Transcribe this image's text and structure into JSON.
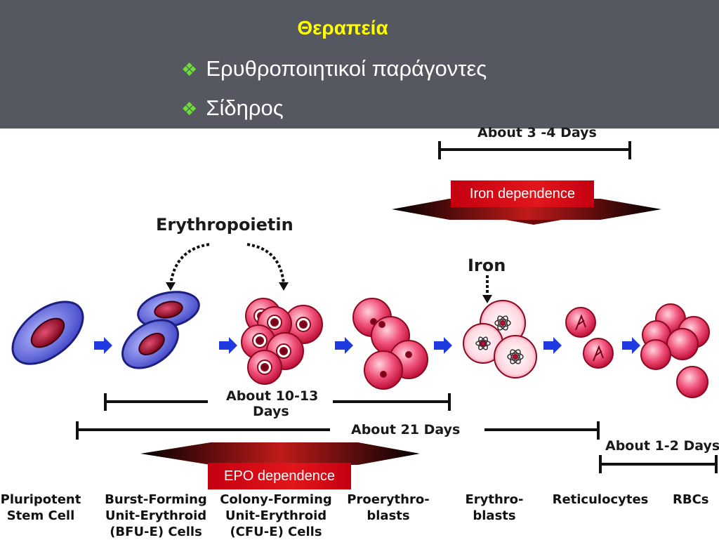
{
  "header": {
    "title": "Θεραπεία",
    "bullets": [
      "Ερυθροποιητικοί παράγοντες",
      "Σίδηρος"
    ]
  },
  "diagram": {
    "erythropoietin": "Erythropoietin",
    "iron": "Iron",
    "iron_dependence": "Iron dependence",
    "epo_dependence": "EPO dependence",
    "about_3_4_days": "About 3 -4 Days",
    "about_10_13": "About 10-13",
    "days": "Days",
    "about_21_days": "About 21 Days",
    "about_1_2_days": "About 1-2 Days",
    "stages": [
      {
        "line1": "Pluripotent",
        "line2": "Stem Cell",
        "line3": ""
      },
      {
        "line1": "Burst-Forming",
        "line2": "Unit-Erythroid",
        "line3": "(BFU-E) Cells"
      },
      {
        "line1": "Colony-Forming",
        "line2": "Unit-Erythroid",
        "line3": "(CFU-E) Cells"
      },
      {
        "line1": "Proerythro-",
        "line2": "blasts",
        "line3": ""
      },
      {
        "line1": "Erythro-",
        "line2": "blasts",
        "line3": ""
      },
      {
        "line1": "Reticulocytes",
        "line2": "",
        "line3": ""
      },
      {
        "line1": "RBCs",
        "line2": "",
        "line3": ""
      }
    ]
  },
  "colors": {
    "header_bg": "#555761",
    "title": "#ffff00",
    "bullet_mark": "#6fdc3c",
    "arrow_blue": "#1f3be0",
    "cell_red": "#e8406a",
    "stem_blue": "#6a6fe0",
    "banner_red": "#e2161c"
  }
}
